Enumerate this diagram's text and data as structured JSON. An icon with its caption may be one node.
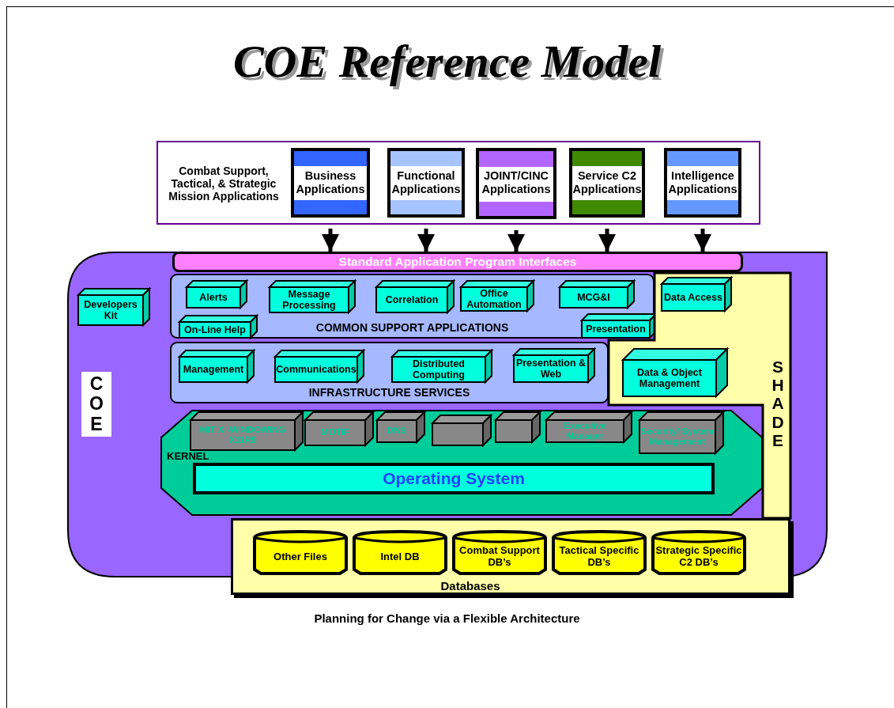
{
  "diagram": {
    "title": "COE Reference Model",
    "caption": "Planning for Change via a Flexible Architecture",
    "nodes": [
      {
        "text": [
          "Combat Support, Tactical, & Strategic Mission Applications"
        ]
      },
      {
        "text": [
          "Business Applications"
        ],
        "in": 0
      },
      {
        "text": [
          "Functional Applications"
        ],
        "in": 0
      },
      {
        "text": [
          "JOINT/CINC Applications"
        ],
        "in": 0
      },
      {
        "text": [
          "Service C2 Applications"
        ],
        "in": 0
      },
      {
        "text": [
          "Intelligence Applications"
        ],
        "in": 0
      },
      {
        "text": [
          "COE"
        ]
      },
      {
        "text": [
          "Standard Application Program Interfaces"
        ],
        "in": 6
      },
      {
        "text": [
          "Developers Kit"
        ],
        "in": 6
      },
      {
        "text": [
          "COMMON SUPPORT APPLICATIONS"
        ],
        "in": 6
      },
      {
        "text": [
          "Alerts"
        ],
        "in": 9
      },
      {
        "text": [
          "Message Processing"
        ],
        "in": 9
      },
      {
        "text": [
          "Correlation"
        ],
        "in": 9
      },
      {
        "text": [
          "Office Automation"
        ],
        "in": 9
      },
      {
        "text": [
          "MCG&I"
        ],
        "in": 9
      },
      {
        "text": [
          "On-Line Help"
        ],
        "in": 9
      },
      {
        "text": [
          "Presentation"
        ],
        "in": 9
      },
      {
        "text": [
          "SHADE"
        ],
        "in": 6
      },
      {
        "text": [
          "Data Access"
        ],
        "in": 17
      },
      {
        "text": [
          "Data & Object Management"
        ],
        "in": 17
      },
      {
        "text": [
          "INFRASTRUCTURE SERVICES"
        ],
        "in": 6
      },
      {
        "text": [
          "Management"
        ],
        "in": 20
      },
      {
        "text": [
          "Communications"
        ],
        "in": 20
      },
      {
        "text": [
          "Distributed Computing"
        ],
        "in": 20
      },
      {
        "text": [
          "Presentation & Web"
        ],
        "in": 20
      },
      {
        "text": [
          "KERNEL"
        ],
        "in": 6
      },
      {
        "text": [
          "MIT X -WINDOWING X11R5"
        ],
        "in": 25
      },
      {
        "text": [
          "MOTIF"
        ],
        "in": 25
      },
      {
        "text": [
          "DNS"
        ],
        "in": 25
      },
      {
        "text": [],
        "shape": "box",
        "in": 25
      },
      {
        "text": [],
        "shape": "box",
        "in": 25
      },
      {
        "text": [
          "Executive Manager"
        ],
        "in": 25
      },
      {
        "text": [
          "Security/ System Management"
        ],
        "in": 25
      },
      {
        "text": [
          "Operating System"
        ],
        "in": 25
      },
      {
        "text": [
          "Databases"
        ]
      },
      {
        "text": [
          "Other Files"
        ]
      },
      {
        "text": [
          "Intel DB"
        ]
      },
      {
        "text": [
          "Combat Support DB’s"
        ]
      },
      {
        "text": [
          "Tactical Specific DB’s"
        ]
      },
      {
        "text": [
          "Strategic Specific C2 DB’s"
        ]
      }
    ],
    "edges": [
      {
        "from": 1,
        "to": 7,
        "arrow": "to"
      },
      {
        "from": 2,
        "to": 7,
        "arrow": "to"
      },
      {
        "from": 3,
        "to": 7,
        "arrow": "to"
      },
      {
        "from": 4,
        "to": 7,
        "arrow": "to"
      },
      {
        "from": 5,
        "to": 7,
        "arrow": "to"
      }
    ]
  }
}
